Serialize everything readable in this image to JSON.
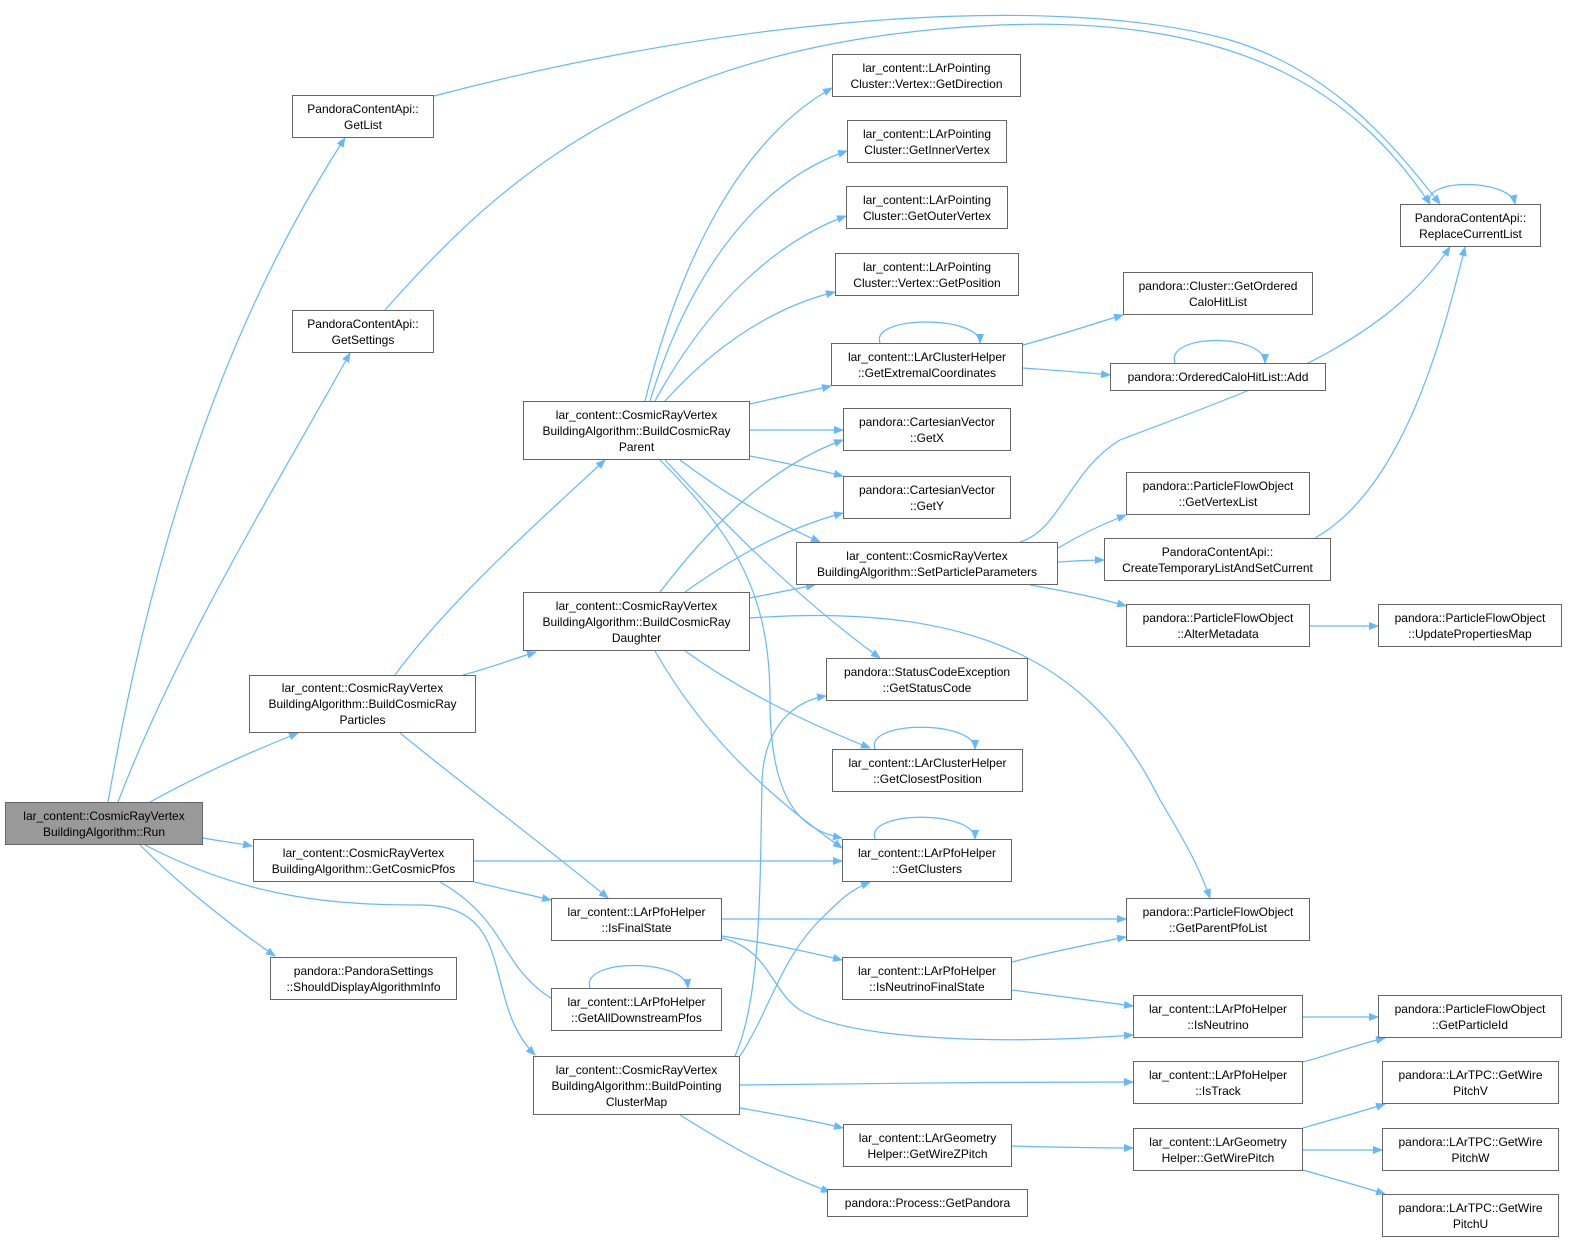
{
  "colors": {
    "edge": "#63b8ff",
    "node_border": "#666666",
    "node_fill": "#ffffff",
    "root_fill": "#999999"
  },
  "nodes": {
    "run": {
      "lines": [
        "lar_content::CosmicRayVertex",
        "BuildingAlgorithm::Run"
      ]
    },
    "getlist": {
      "lines": [
        "PandoraContentApi::",
        "GetList"
      ]
    },
    "getsettings": {
      "lines": [
        "PandoraContentApi::",
        "GetSettings"
      ]
    },
    "buildparticles": {
      "lines": [
        "lar_content::CosmicRayVertex",
        "BuildingAlgorithm::BuildCosmicRay",
        "Particles"
      ]
    },
    "getcosmicpfos": {
      "lines": [
        "lar_content::CosmicRayVertex",
        "BuildingAlgorithm::GetCosmicPfos"
      ]
    },
    "shoulddisplay": {
      "lines": [
        "pandora::PandoraSettings",
        "::ShouldDisplayAlgorithmInfo"
      ]
    },
    "buildparent": {
      "lines": [
        "lar_content::CosmicRayVertex",
        "BuildingAlgorithm::BuildCosmicRay",
        "Parent"
      ]
    },
    "builddaughter": {
      "lines": [
        "lar_content::CosmicRayVertex",
        "BuildingAlgorithm::BuildCosmicRay",
        "Daughter"
      ]
    },
    "isfinalstate": {
      "lines": [
        "lar_content::LArPfoHelper",
        "::IsFinalState"
      ]
    },
    "getalldownstream": {
      "lines": [
        "lar_content::LArPfoHelper",
        "::GetAllDownstreamPfos"
      ]
    },
    "buildpointingmap": {
      "lines": [
        "lar_content::CosmicRayVertex",
        "BuildingAlgorithm::BuildPointing",
        "ClusterMap"
      ]
    },
    "getdirection": {
      "lines": [
        "lar_content::LArPointing",
        "Cluster::Vertex::GetDirection"
      ]
    },
    "getinnervertex": {
      "lines": [
        "lar_content::LArPointing",
        "Cluster::GetInnerVertex"
      ]
    },
    "getoutervertex": {
      "lines": [
        "lar_content::LArPointing",
        "Cluster::GetOuterVertex"
      ]
    },
    "getposition": {
      "lines": [
        "lar_content::LArPointing",
        "Cluster::Vertex::GetPosition"
      ]
    },
    "getextremal": {
      "lines": [
        "lar_content::LArClusterHelper",
        "::GetExtremalCoordinates"
      ]
    },
    "getx": {
      "lines": [
        "pandora::CartesianVector",
        "::GetX"
      ]
    },
    "gety": {
      "lines": [
        "pandora::CartesianVector",
        "::GetY"
      ]
    },
    "setparticleparams": {
      "lines": [
        "lar_content::CosmicRayVertex",
        "BuildingAlgorithm::SetParticleParameters"
      ]
    },
    "getstatuscode": {
      "lines": [
        "pandora::StatusCodeException",
        "::GetStatusCode"
      ]
    },
    "getclosestposition": {
      "lines": [
        "lar_content::LArClusterHelper",
        "::GetClosestPosition"
      ]
    },
    "getclusters": {
      "lines": [
        "lar_content::LArPfoHelper",
        "::GetClusters"
      ]
    },
    "isneutrinofinalstate": {
      "lines": [
        "lar_content::LArPfoHelper",
        "::IsNeutrinoFinalState"
      ]
    },
    "getwirezpitch": {
      "lines": [
        "lar_content::LArGeometry",
        "Helper::GetWireZPitch"
      ]
    },
    "getpandora": {
      "lines": [
        "pandora::Process::GetPandora"
      ]
    },
    "replacecurrentlist": {
      "lines": [
        "PandoraContentApi::",
        "ReplaceCurrentList"
      ]
    },
    "getorderedcalohitlist": {
      "lines": [
        "pandora::Cluster::GetOrdered",
        "CaloHitList"
      ]
    },
    "orderedcalohitadd": {
      "lines": [
        "pandora::OrderedCaloHitList::Add"
      ]
    },
    "getvertexlist": {
      "lines": [
        "pandora::ParticleFlowObject",
        "::GetVertexList"
      ]
    },
    "createtemporary": {
      "lines": [
        "PandoraContentApi::",
        "CreateTemporaryListAndSetCurrent"
      ]
    },
    "altermetadata": {
      "lines": [
        "pandora::ParticleFlowObject",
        "::AlterMetadata"
      ]
    },
    "getparentpfolist": {
      "lines": [
        "pandora::ParticleFlowObject",
        "::GetParentPfoList"
      ]
    },
    "isneutrino": {
      "lines": [
        "lar_content::LArPfoHelper",
        "::IsNeutrino"
      ]
    },
    "istrack": {
      "lines": [
        "lar_content::LArPfoHelper",
        "::IsTrack"
      ]
    },
    "getwirepitch": {
      "lines": [
        "lar_content::LArGeometry",
        "Helper::GetWirePitch"
      ]
    },
    "updatepropertiesmap": {
      "lines": [
        "pandora::ParticleFlowObject",
        "::UpdatePropertiesMap"
      ]
    },
    "getparticleid": {
      "lines": [
        "pandora::ParticleFlowObject",
        "::GetParticleId"
      ]
    },
    "getwirepitchv": {
      "lines": [
        "pandora::LArTPC::GetWire",
        "PitchV"
      ]
    },
    "getwirepitchw": {
      "lines": [
        "pandora::LArTPC::GetWire",
        "PitchW"
      ]
    },
    "getwirepitchu": {
      "lines": [
        "pandora::LArTPC::GetWire",
        "PitchU"
      ]
    }
  }
}
